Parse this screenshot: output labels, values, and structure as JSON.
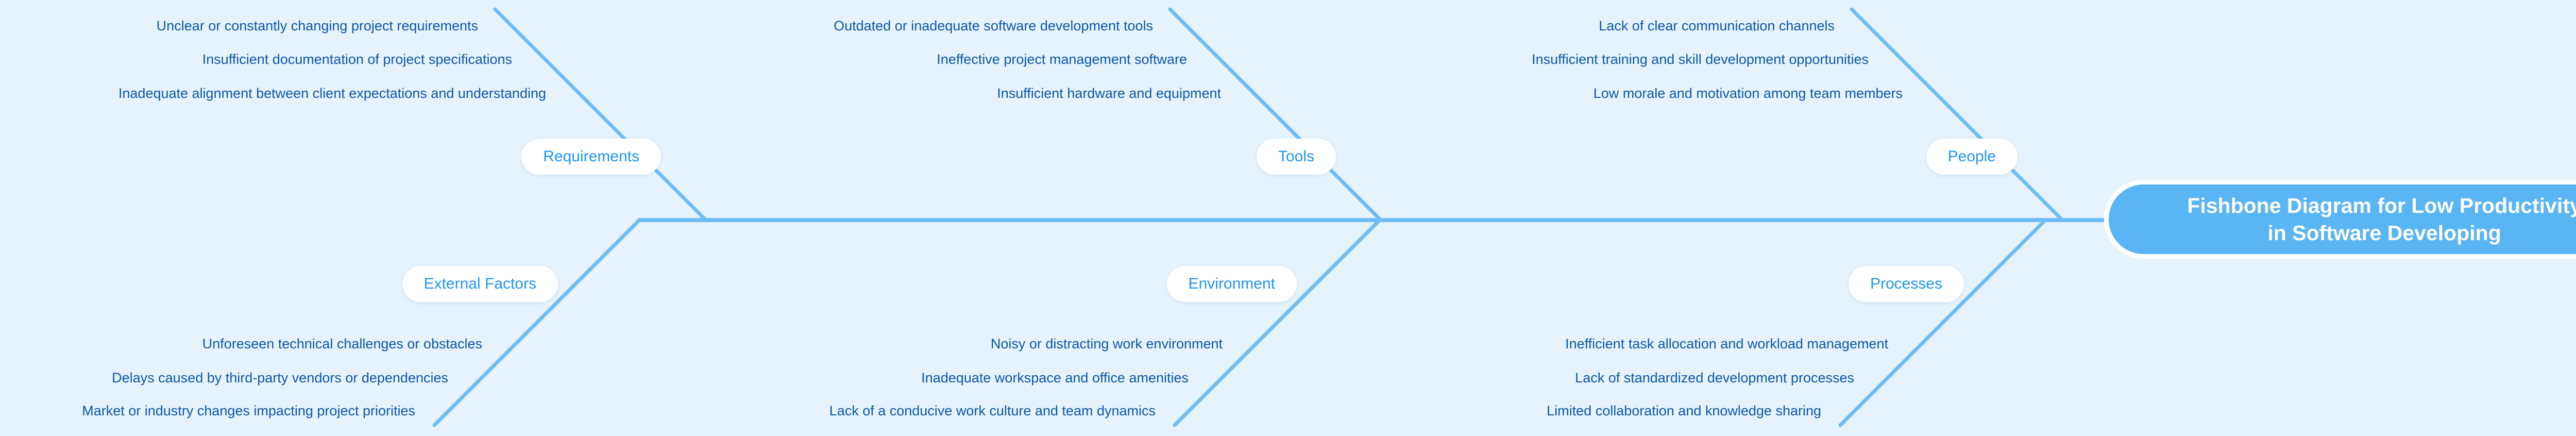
{
  "title": {
    "line1": "Fishbone Diagram for Low Productivity",
    "line2": "in Software Developing"
  },
  "colors": {
    "bg": "#E7F3FC",
    "line": "#6EBCF6",
    "head_fill": "#5AB5F4",
    "head_text": "#FFFFFF",
    "category_text": "#1E96F3",
    "cause_text": "#0C57A8",
    "pill_fill": "#FFFFFF"
  },
  "branches": [
    {
      "id": "requirements",
      "label": "Requirements",
      "side": "top",
      "causes": [
        "Unclear or constantly changing project requirements",
        "Insufficient documentation of project specifications",
        "Inadequate alignment between client expectations and understanding"
      ]
    },
    {
      "id": "tools",
      "label": "Tools",
      "side": "top",
      "causes": [
        "Outdated or inadequate software development tools",
        "Ineffective project management software",
        "Insufficient hardware and equipment"
      ]
    },
    {
      "id": "people",
      "label": "People",
      "side": "top",
      "causes": [
        "Lack of clear communication channels",
        "Insufficient training and skill development opportunities",
        "Low morale and motivation among team members"
      ]
    },
    {
      "id": "external-factors",
      "label": "External Factors",
      "side": "bottom",
      "causes": [
        "Unforeseen technical challenges or obstacles",
        "Delays caused by third-party vendors or dependencies",
        "Market or industry changes impacting project priorities"
      ]
    },
    {
      "id": "environment",
      "label": "Environment",
      "side": "bottom",
      "causes": [
        "Noisy or distracting work environment",
        "Inadequate workspace and office amenities",
        "Lack of a conducive work culture and team dynamics"
      ]
    },
    {
      "id": "processes",
      "label": "Processes",
      "side": "bottom",
      "causes": [
        "Inefficient task allocation and workload management",
        "Lack of standardized development processes",
        "Limited collaboration and knowledge sharing"
      ]
    }
  ]
}
